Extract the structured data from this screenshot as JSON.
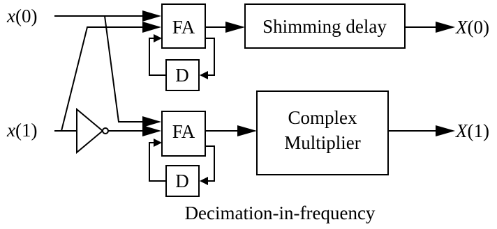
{
  "inputs": {
    "x0": {
      "sym": "x",
      "idx": "(0)"
    },
    "x1": {
      "sym": "x",
      "idx": "(1)"
    }
  },
  "outputs": {
    "X0": {
      "sym": "X",
      "idx": "(0)"
    },
    "X1": {
      "sym": "X",
      "idx": "(1)"
    }
  },
  "blocks": {
    "fa_top": "FA",
    "fa_bottom": "FA",
    "d_top": "D",
    "d_bottom": "D",
    "shimming": "Shimming delay",
    "multiplier_line1": "Complex",
    "multiplier_line2": "Multiplier"
  },
  "caption": "Decimation-in-frequency"
}
